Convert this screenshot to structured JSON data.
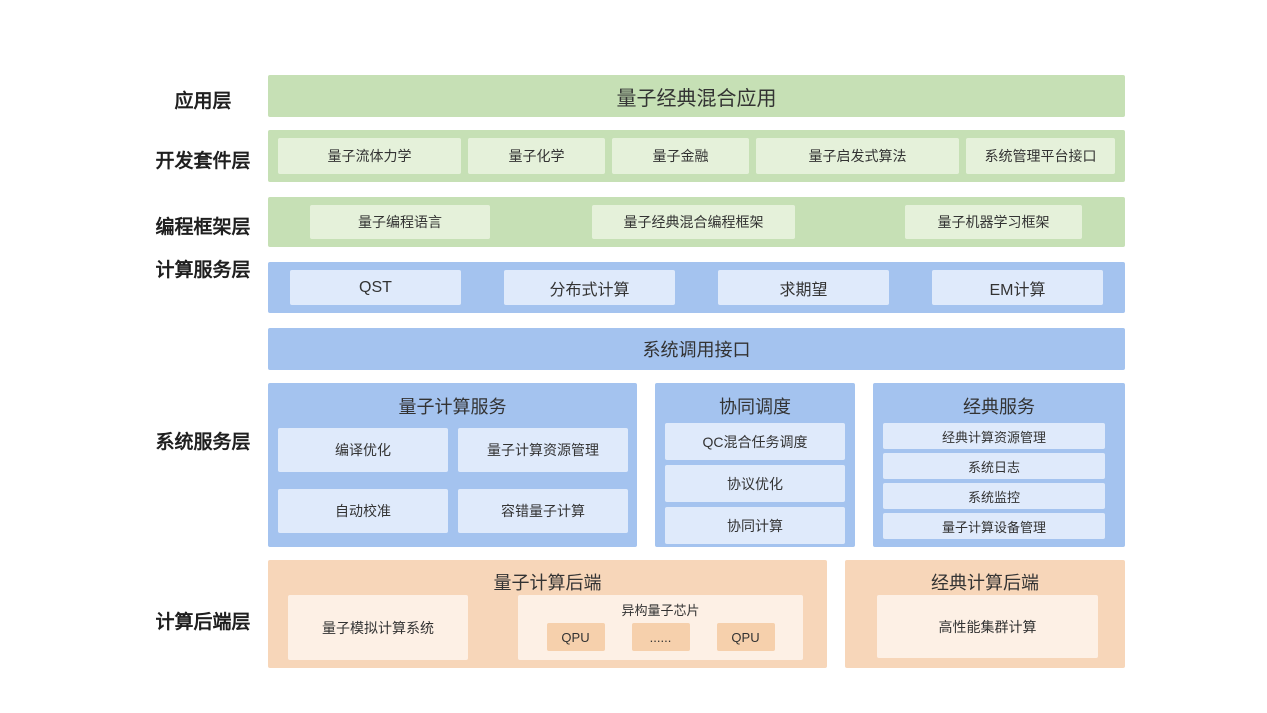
{
  "colors": {
    "background": "#ffffff",
    "text": "#333333",
    "label_text": "#1f1f1f",
    "green_container": "#c6e0b5",
    "green_item": "#e5f1da",
    "blue_container": "#a4c3ef",
    "blue_item": "#dfeafb",
    "orange_container": "#f7d6b9",
    "orange_item": "#fdf0e5",
    "orange_chip_item": "#f6d0ac"
  },
  "layers": {
    "application": {
      "label": "应用层",
      "title": "量子经典混合应用"
    },
    "dev_kit": {
      "label": "开发套件层",
      "items": [
        "量子流体力学",
        "量子化学",
        "量子金融",
        "量子启发式算法",
        "系统管理平台接口"
      ]
    },
    "framework": {
      "label": "编程框架层",
      "items": [
        "量子编程语言",
        "量子经典混合编程框架",
        "量子机器学习框架"
      ]
    },
    "compute_service": {
      "label": "计算服务层",
      "items": [
        "QST",
        "分布式计算",
        "求期望",
        "EM计算"
      ]
    },
    "syscall": {
      "title": "系统调用接口"
    },
    "system_service": {
      "label": "系统服务层",
      "groups": [
        {
          "title": "量子计算服务",
          "items": [
            "编译优化",
            "量子计算资源管理",
            "自动校准",
            "容错量子计算"
          ]
        },
        {
          "title": "协同调度",
          "items": [
            "QC混合任务调度",
            "协议优化",
            "协同计算"
          ]
        },
        {
          "title": "经典服务",
          "items": [
            "经典计算资源管理",
            "系统日志",
            "系统监控",
            "量子计算设备管理"
          ]
        }
      ]
    },
    "backend": {
      "label": "计算后端层",
      "quantum": {
        "title": "量子计算后端",
        "simulator": "量子模拟计算系统",
        "chip": {
          "title": "异构量子芯片",
          "items": [
            "QPU",
            "......",
            "QPU"
          ]
        }
      },
      "classical": {
        "title": "经典计算后端",
        "item": "高性能集群计算"
      }
    }
  }
}
